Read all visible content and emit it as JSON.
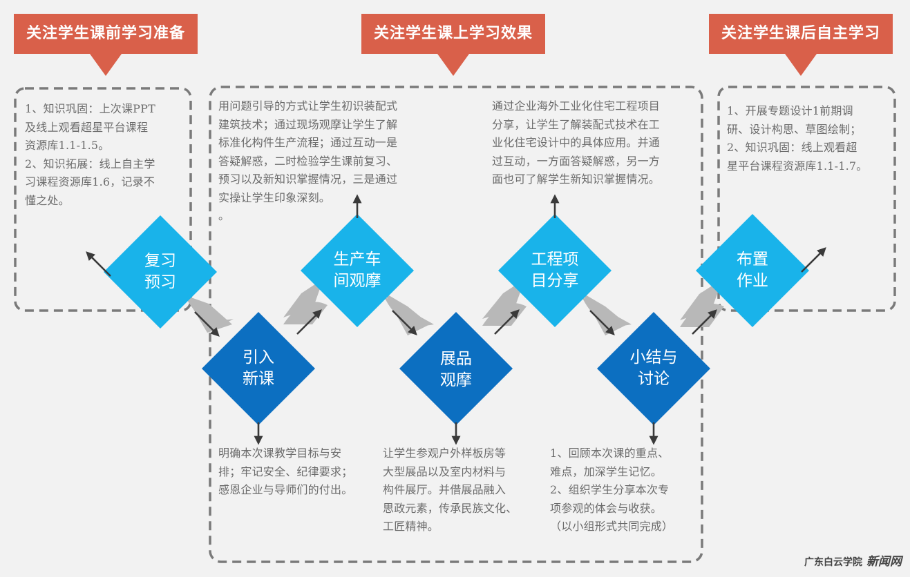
{
  "banners": [
    {
      "label": "关注学生课前学习准备"
    },
    {
      "label": "关注学生课上学习效果"
    },
    {
      "label": "关注学生课后自主学习"
    }
  ],
  "steps": [
    {
      "line1": "复习",
      "line2": "预习"
    },
    {
      "line1": "引入",
      "line2": "新课"
    },
    {
      "line1": "生产车",
      "line2": "间观摩"
    },
    {
      "line1": "展品",
      "line2": "观摩"
    },
    {
      "line1": "工程项",
      "line2": "目分享"
    },
    {
      "line1": "小结与",
      "line2": "讨论"
    },
    {
      "line1": "布置",
      "line2": "作业"
    }
  ],
  "descriptions": {
    "review": [
      "1、知识巩固：上次课PPT",
      "及线上观看超星平台课程",
      "资源库1.1-1.5。",
      "2、知识拓展：线上自主学",
      "习课程资源库1.6，记录不",
      "懂之处。"
    ],
    "workshop": [
      "用问题引导的方式让学生初识装配式",
      "建筑技术；通过现场观摩让学生了解",
      "标准化构件生产流程；通过互动一是",
      "答疑解惑，二时检验学生课前复习、",
      "预习以及新知识掌握情况，三是通过",
      "实操让学生印象深刻。",
      "。"
    ],
    "project": [
      "通过企业海外工业化住宅工程项目",
      "分享，让学生了解装配式技术在工",
      "业化住宅设计中的具体应用。并通",
      "过互动，一方面答疑解惑，另一方",
      "面也可了解学生新知识掌握情况。"
    ],
    "homework": [
      "1、开展专题设计1前期调",
      "研、设计构思、草图绘制；",
      "2、知识巩固：线上观看超",
      "星平台课程资源库1.1-1.7。"
    ],
    "intro": [
      "明确本次课教学目标与安",
      "排；牢记安全、纪律要求；",
      "感恩企业与导师们的付出。"
    ],
    "exhibit": [
      "让学生参观户外样板房等",
      "大型展品以及室内材料与",
      "构件展厅。并借展品融入",
      "思政元素，传承民族文化、",
      "工匠精神。"
    ],
    "summary": [
      "1、回顾本次课的重点、",
      "难点，加深学生记忆。",
      "2、组织学生分享本次专",
      "项参观的体会与收获。",
      "（以小组形式共同完成）"
    ]
  },
  "watermark": {
    "org": "广东白云学院",
    "site": "新闻网"
  },
  "colors": {
    "banner": "#d9604a",
    "diamond_light": "#19b3ea",
    "diamond_dark": "#0c6fc1",
    "connector": "#b8b8b8",
    "dashed_border": "#7a7a7a",
    "text": "#6b6b6b",
    "arrow": "#3a3a3a"
  }
}
